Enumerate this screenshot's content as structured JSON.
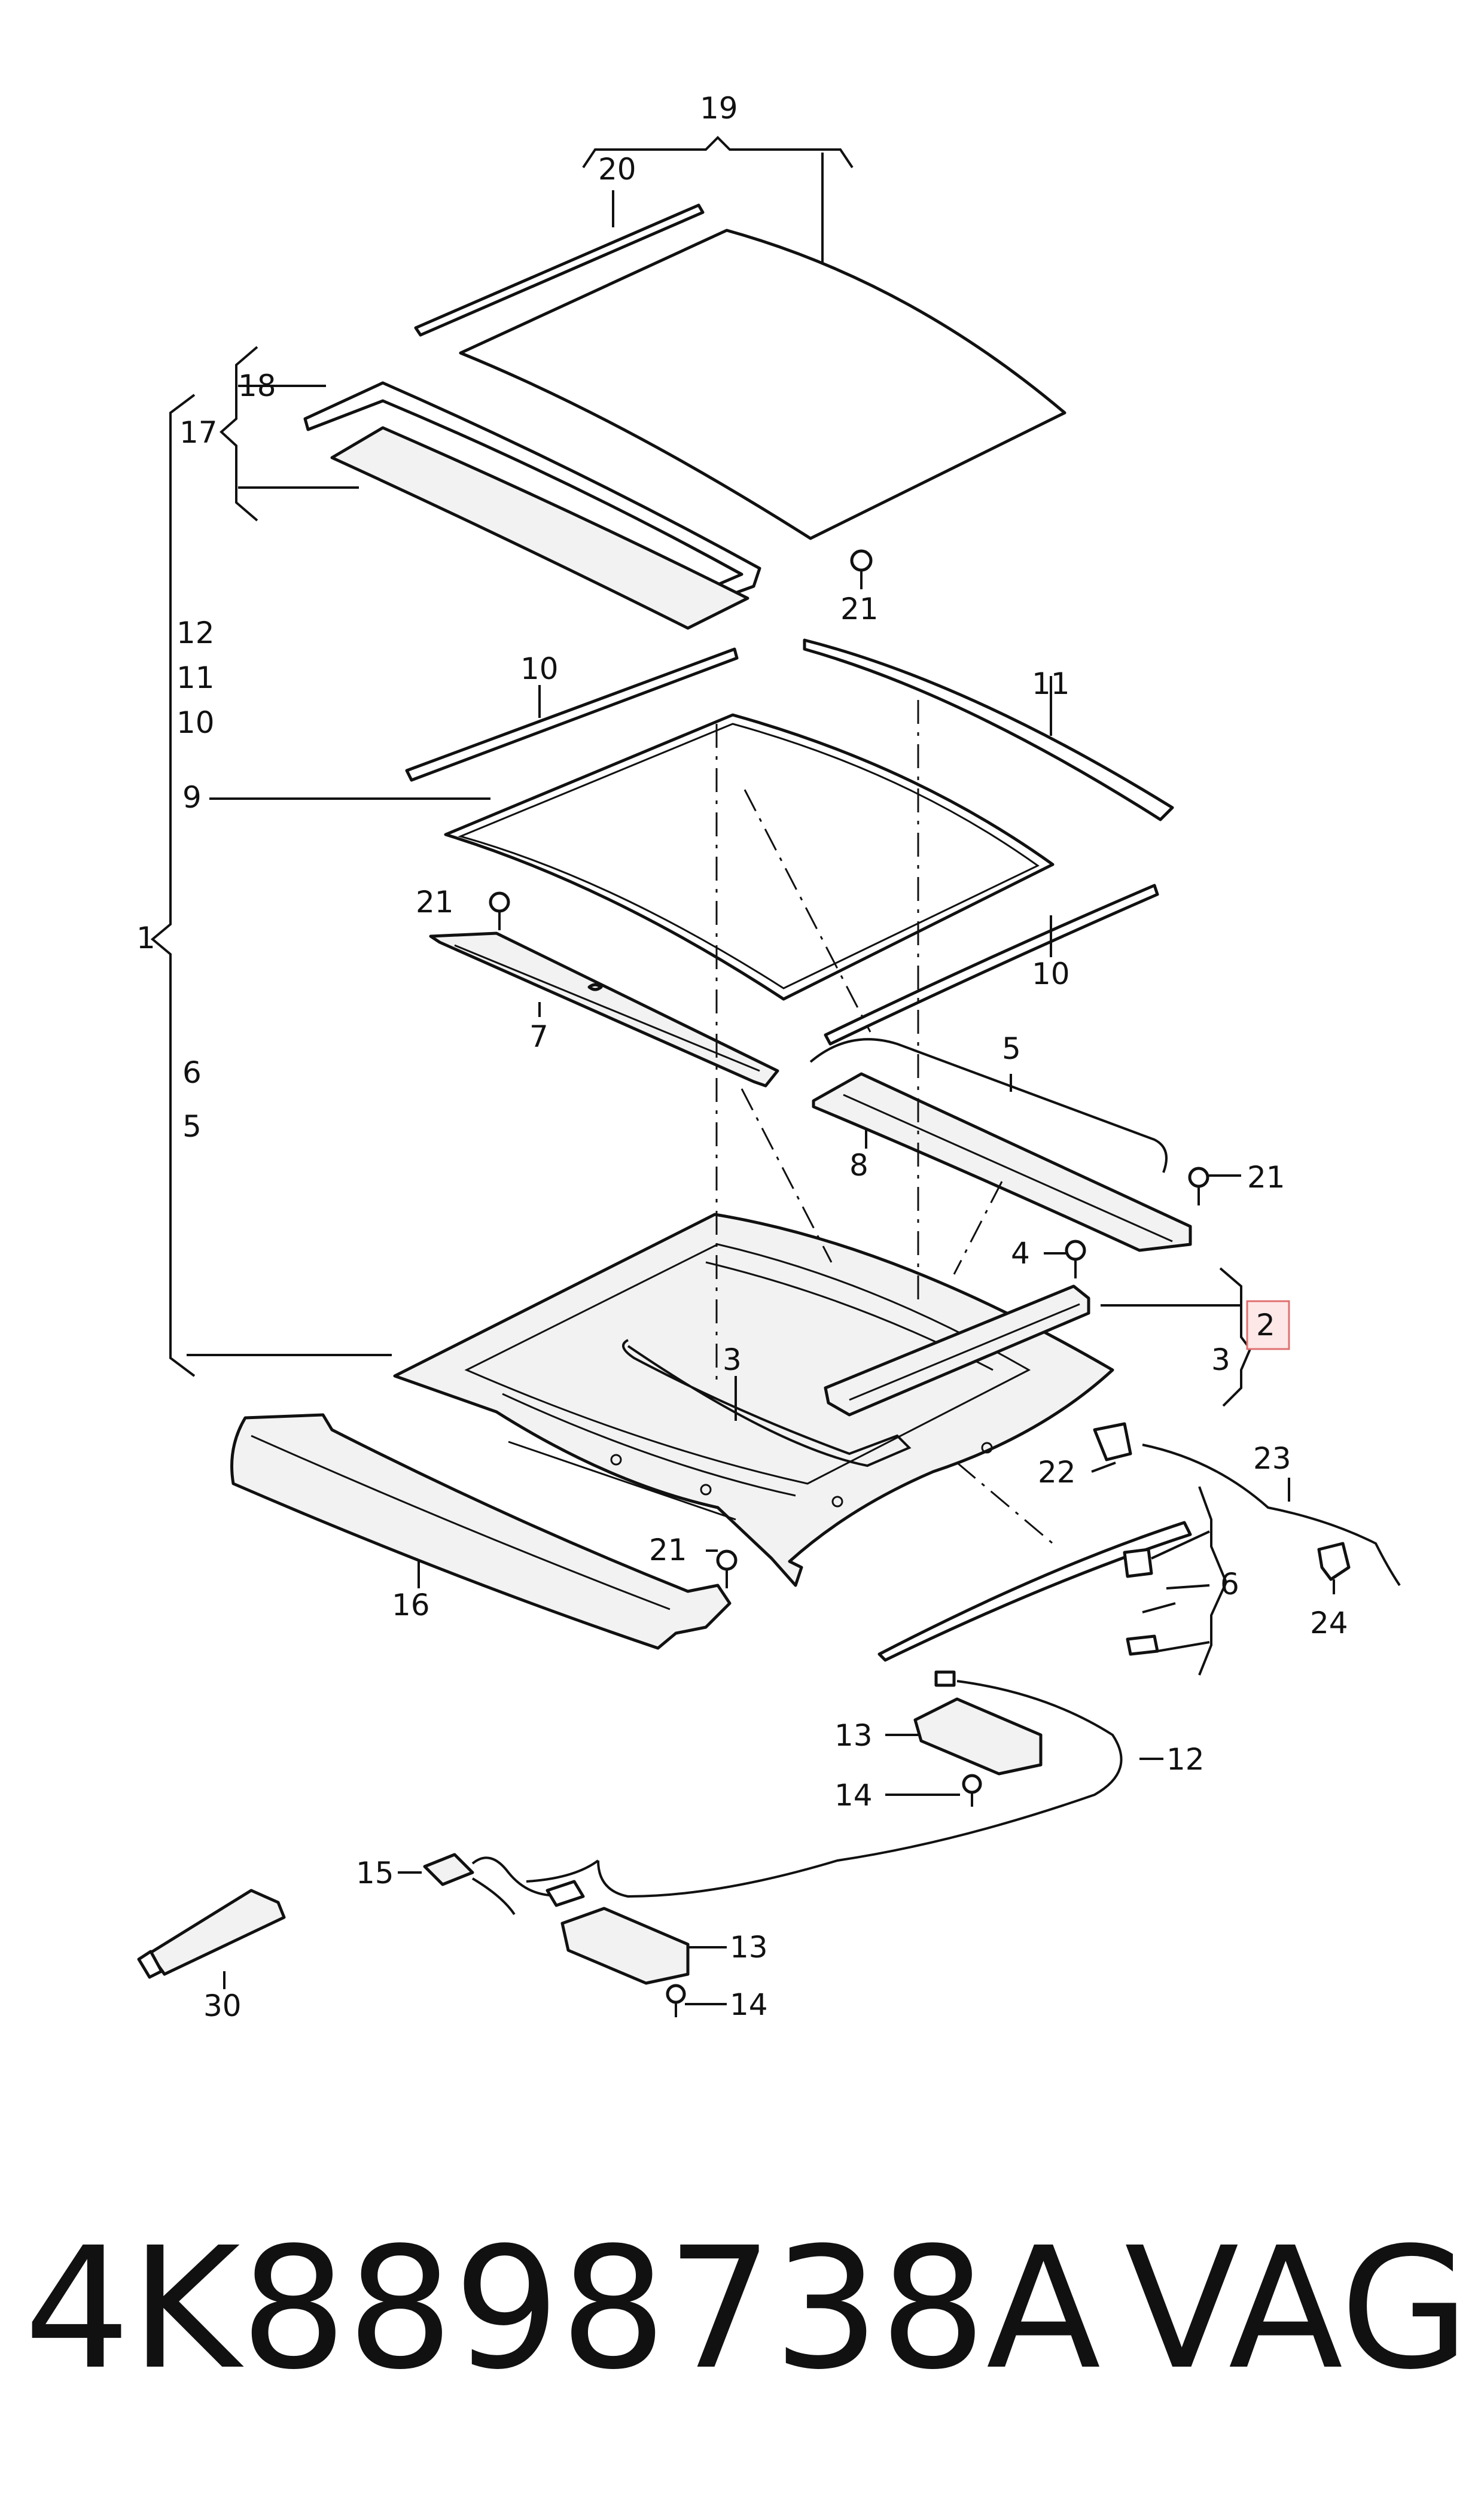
{
  "callouts": {
    "c1": "1",
    "c2": "2",
    "c3a": "3",
    "c3b": "3",
    "c4": "4",
    "c5a": "5",
    "c5b": "5",
    "c6a": "6",
    "c6b": "6",
    "c7": "7",
    "c8": "8",
    "c9": "9",
    "c10a": "10",
    "c10b": "10",
    "c10c": "10",
    "c11a": "11",
    "c11b": "11",
    "c12a": "12",
    "c12b": "12",
    "c13a": "13",
    "c13b": "13",
    "c14a": "14",
    "c14b": "14",
    "c15": "15",
    "c16": "16",
    "c17": "17",
    "c18": "18",
    "c19": "19",
    "c20": "20",
    "c21a": "21",
    "c21b": "21",
    "c21c": "21",
    "c21d": "21",
    "c22": "22",
    "c23": "23",
    "c24": "24",
    "c30": "30"
  },
  "footer": {
    "part_number": "4K8898738A",
    "brand": "VAG"
  },
  "colors": {
    "line": "#111111",
    "highlight_fill": "#fde7e7",
    "highlight_border": "#e07070"
  }
}
